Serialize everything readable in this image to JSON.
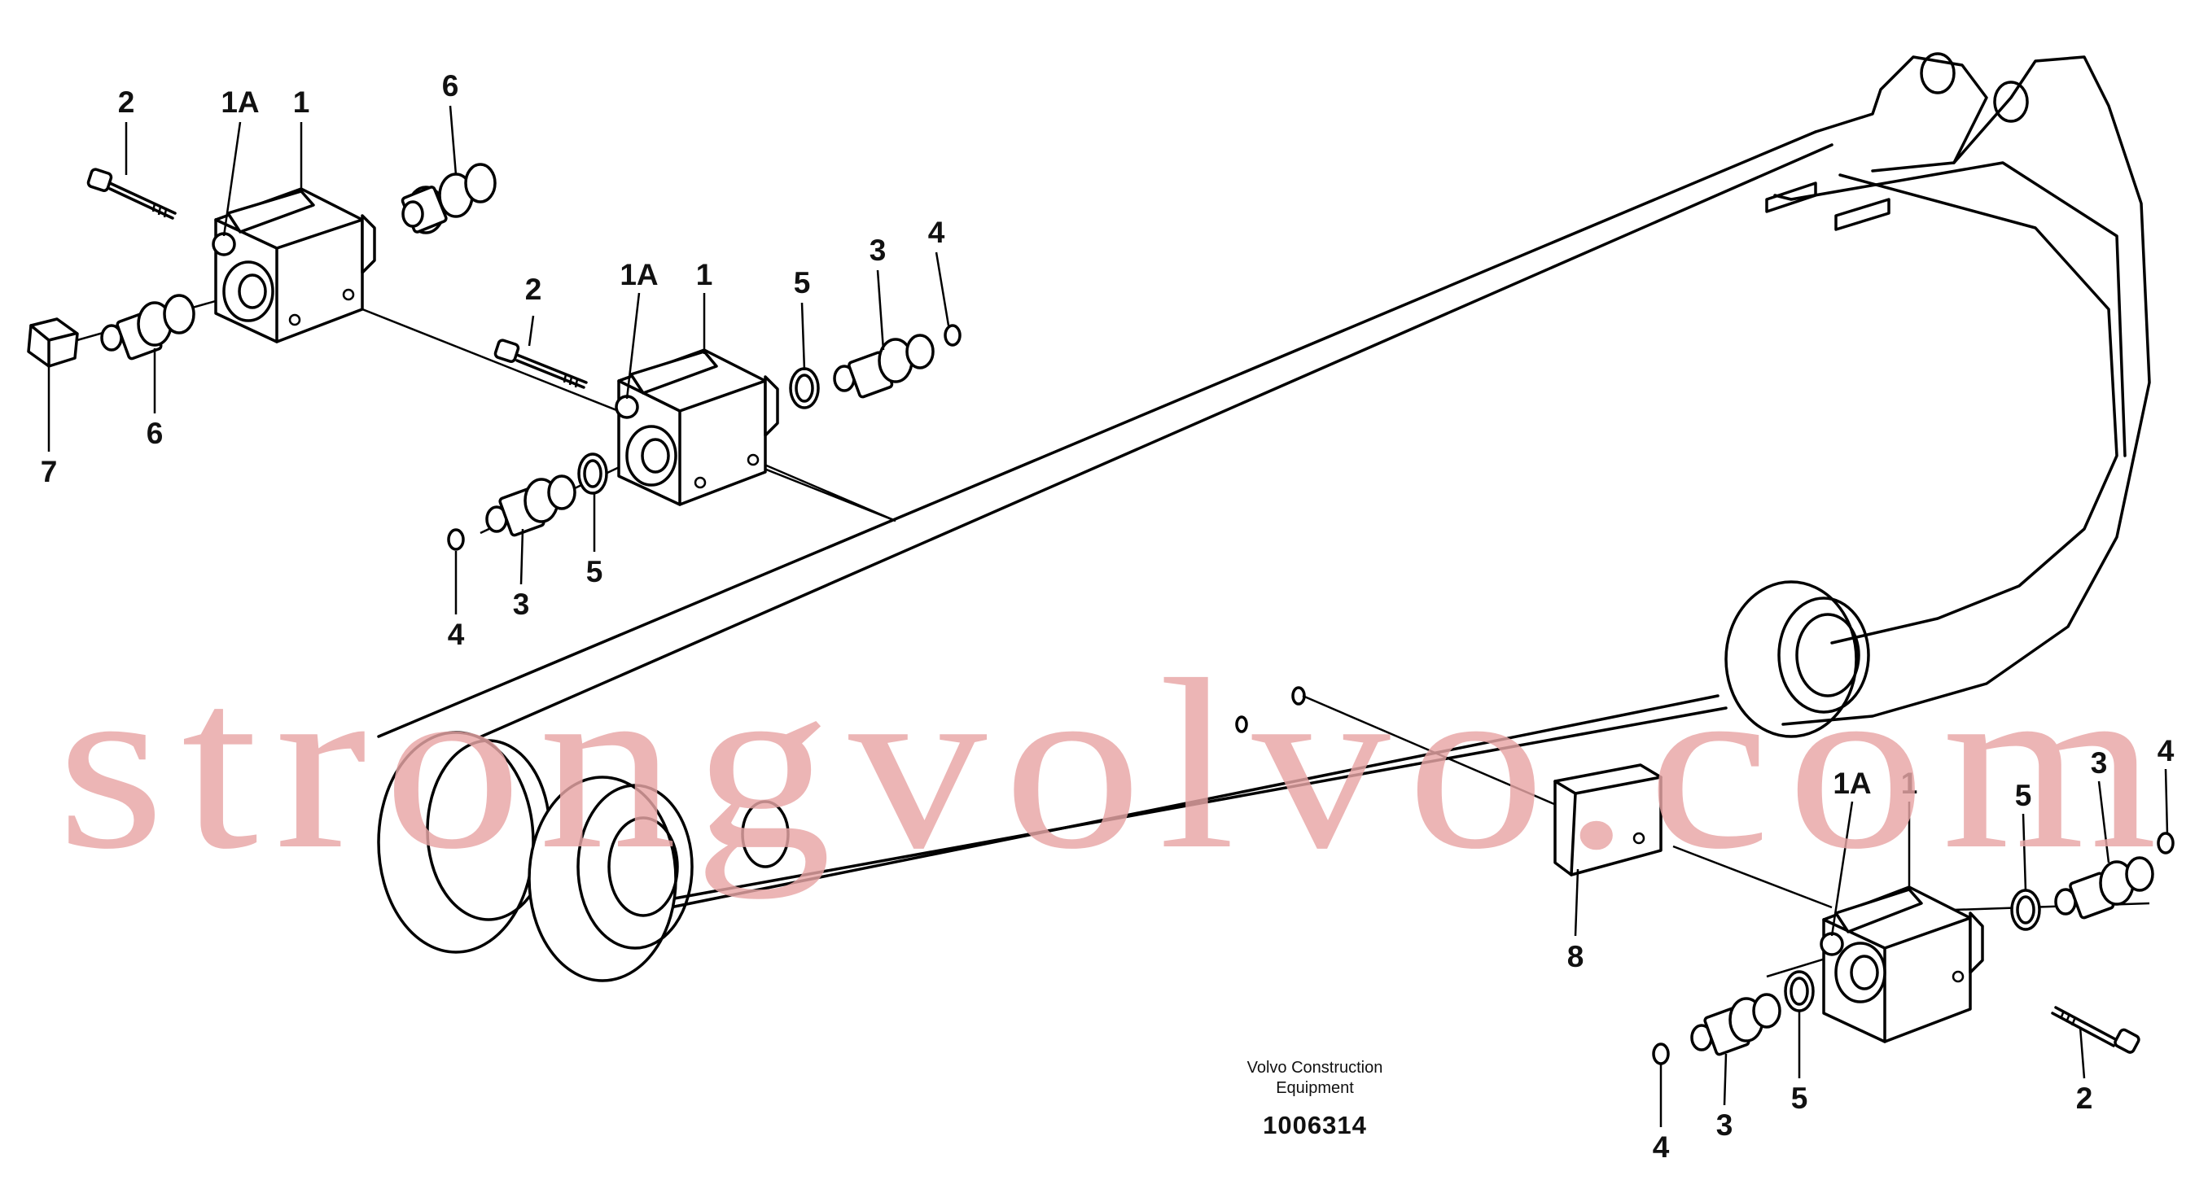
{
  "diagram": {
    "brand_line1": "Volvo Construction",
    "brand_line2": "Equipment",
    "drawing_number": "1006314",
    "watermark": "strongvolvo.com"
  },
  "labels": {
    "topleft": {
      "l2": "2",
      "l1a": "1A",
      "l1": "1",
      "l6a": "6",
      "l6b": "6",
      "l7": "7"
    },
    "middle": {
      "l2": "2",
      "l1a": "1A",
      "l1": "1",
      "l5a": "5",
      "l3a": "3",
      "l4a": "4",
      "l4b": "4",
      "l3b": "3",
      "l5b": "5"
    },
    "right": {
      "l1a": "1A",
      "l1": "1",
      "l5a": "5",
      "l3a": "3",
      "l4a": "4",
      "l8": "8",
      "l4b": "4",
      "l3b": "3",
      "l5b": "5",
      "l2": "2"
    }
  }
}
